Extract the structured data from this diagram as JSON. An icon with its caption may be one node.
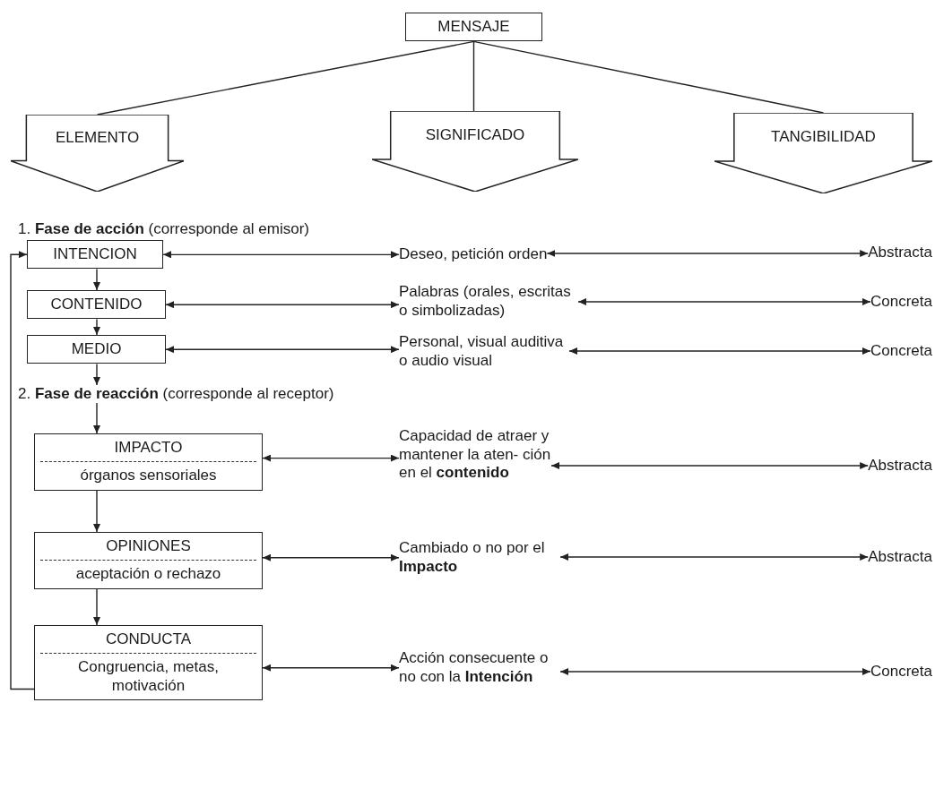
{
  "diagram": {
    "nodes": [
      {
        "text": [
          "MENSAJE"
        ]
      },
      {
        "text": [
          "ELEMENTO"
        ]
      },
      {
        "text": [
          "SIGNIFICADO"
        ]
      },
      {
        "text": [
          "TANGIBILIDAD"
        ]
      },
      {
        "text": [
          "INTENCION"
        ]
      },
      {
        "text": [
          "Deseo, petición orden"
        ]
      },
      {
        "text": [
          "Abstracta"
        ]
      },
      {
        "text": [
          "CONTENIDO"
        ]
      },
      {
        "text": [
          "Palabras (orales, escritas o simbolizadas)"
        ]
      },
      {
        "text": [
          "Concreta"
        ]
      },
      {
        "text": [
          "MEDIO"
        ]
      },
      {
        "text": [
          "Personal, visual auditiva o audio visual"
        ]
      },
      {
        "text": [
          "Concreta"
        ]
      },
      {
        "text": [
          "2. **Fase de reacción** (corresponde al receptor)"
        ]
      },
      {
        "text": [
          "IMPACTO",
          "órganos sensoriales"
        ]
      },
      {
        "text": [
          "Capacidad de atraer y mantener la aten- ción en el **contenido**"
        ]
      },
      {
        "text": [
          "Abstracta"
        ]
      },
      {
        "text": [
          "OPINIONES",
          "aceptación o rechazo"
        ]
      },
      {
        "text": [
          "Cambiado o no por el **Impacto**"
        ]
      },
      {
        "text": [
          "Abstracta"
        ]
      },
      {
        "text": [
          "CONDUCTA",
          "Congruencia, metas, motivación"
        ]
      },
      {
        "text": [
          "Acción consecuente o no con la **Intención**"
        ]
      },
      {
        "text": [
          "Concreta"
        ]
      }
    ],
    "edges": [
      {
        "from": 0,
        "to": 1,
        "arrow": "none"
      },
      {
        "from": 0,
        "to": 2,
        "arrow": "none"
      },
      {
        "from": 0,
        "to": 3,
        "arrow": "none"
      },
      {
        "from": 4,
        "to": 5,
        "arrow": "both"
      },
      {
        "from": 5,
        "to": 6,
        "arrow": "both"
      },
      {
        "from": 7,
        "to": 8,
        "arrow": "both"
      },
      {
        "from": 8,
        "to": 9,
        "arrow": "both"
      },
      {
        "from": 10,
        "to": 11,
        "arrow": "both"
      },
      {
        "from": 11,
        "to": 12,
        "arrow": "both"
      },
      {
        "from": 14,
        "to": 15,
        "arrow": "both"
      },
      {
        "from": 15,
        "to": 16,
        "arrow": "both"
      },
      {
        "from": 17,
        "to": 18,
        "arrow": "both"
      },
      {
        "from": 18,
        "to": 19,
        "arrow": "both"
      },
      {
        "from": 20,
        "to": 21,
        "arrow": "both"
      },
      {
        "from": 21,
        "to": 22,
        "arrow": "both"
      },
      {
        "from": 4,
        "to": 7,
        "arrow": "to"
      },
      {
        "from": 7,
        "to": 10,
        "arrow": "to"
      },
      {
        "from": 10,
        "to": 13,
        "arrow": "to"
      },
      {
        "from": 13,
        "to": 14,
        "arrow": "to"
      },
      {
        "from": 14,
        "to": 17,
        "arrow": "to"
      },
      {
        "from": 17,
        "to": 20,
        "arrow": "to"
      },
      {
        "from": 20,
        "to": 4,
        "arrow": "to"
      }
    ],
    "labels": [
      "1. **Fase de acción** (corresponde al emisor)"
    ]
  }
}
